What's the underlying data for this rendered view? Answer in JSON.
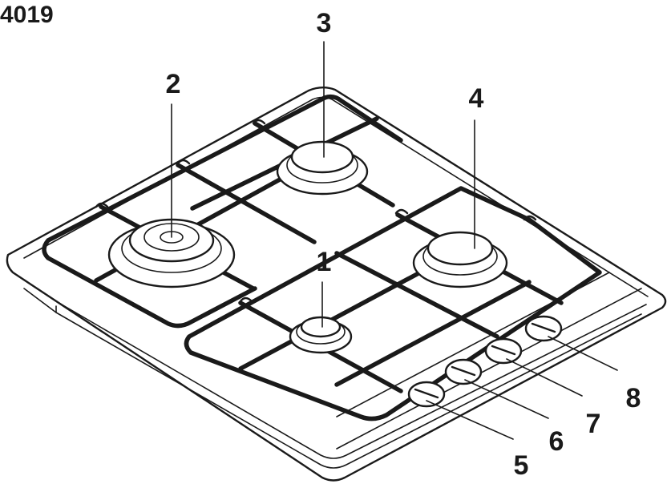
{
  "diagram": {
    "model": "4019",
    "callouts": [
      {
        "id": "1",
        "label": "1"
      },
      {
        "id": "2",
        "label": "2"
      },
      {
        "id": "3",
        "label": "3"
      },
      {
        "id": "4",
        "label": "4"
      },
      {
        "id": "5",
        "label": "5"
      },
      {
        "id": "6",
        "label": "6"
      },
      {
        "id": "7",
        "label": "7"
      },
      {
        "id": "8",
        "label": "8"
      }
    ]
  },
  "colors": {
    "ink": "#1a1a1a",
    "background": "#ffffff"
  }
}
